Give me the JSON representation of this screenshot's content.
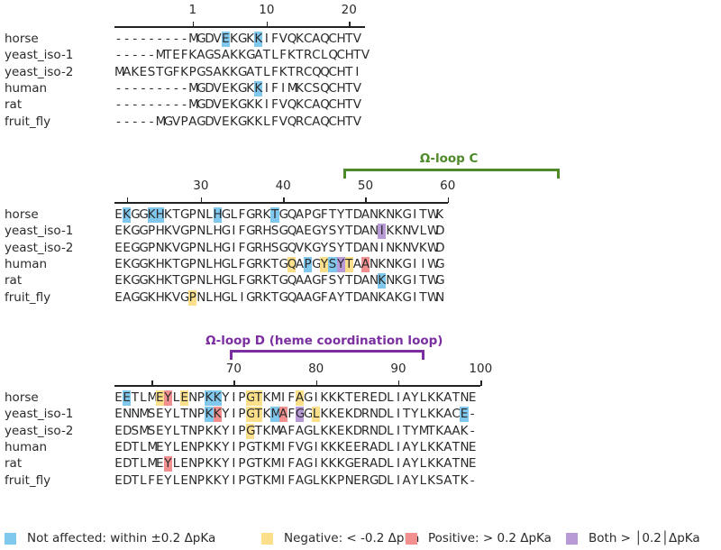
{
  "species": [
    "horse",
    "yeast_iso-1",
    "yeast_iso-2",
    "human",
    "rat",
    "fruit_fly"
  ],
  "colors": {
    "not_affected": "#80c8ee",
    "negative": "#fbdf8a",
    "positive": "#f29090",
    "both": "#b79ad6",
    "loop_c": "#4f8a2a",
    "loop_d": "#7a2ea0"
  },
  "blocks": [
    {
      "rows": [
        "---------MGDVEKGKKIFVQKCAQCHTV",
        "-----MTEFKAGSAKKGATLFKTRCLQCHTV",
        "MAKESTGFKPGSAKKGATLFKTRCQQCHTI",
        "---------MGDVEKGKKIFIMKCSQCHTV",
        "---------MGDVEKGKKIFVQKCAQCHTV",
        "-----MGVPAGDVEKGKKLFVQRCAQCHTV"
      ],
      "ruler_labels": [
        "1",
        "10",
        "20"
      ],
      "highlights": [
        {
          "row": 0,
          "col": 13,
          "type": "not_affected"
        },
        {
          "row": 0,
          "col": 17,
          "type": "not_affected"
        },
        {
          "row": 3,
          "col": 17,
          "type": "not_affected"
        }
      ]
    },
    {
      "rows": [
        "EKGGKHKTGPNLHGLFGRKTGQAPGFTYTDANKNKGITWK",
        "EKGGPHKVGPNLHGIFGRHSGQAEGYSYTDANIKKNVLWD",
        "EEGGPNKVGPNLHGIFGRHSGQVKGYSYTDANINKNVKWD",
        "EKGGKHKTGPNLHGLFGRKTGQAPGYSYTAANKNKGIIWG",
        "EKGGKHKTGPNLHGLFGRKTGQAAGFSYTDANKNKGITWG",
        "EAGGKHKVGPNLHGLIGRKTGQAAGFAYTDANKAKGITWN"
      ],
      "ruler_labels": [
        "30",
        "40",
        "50",
        "60"
      ],
      "loop_label": "Ω-loop C",
      "highlights": [
        {
          "row": 0,
          "col": 1,
          "type": "not_affected"
        },
        {
          "row": 0,
          "col": 4,
          "type": "not_affected"
        },
        {
          "row": 0,
          "col": 5,
          "type": "not_affected"
        },
        {
          "row": 0,
          "col": 12,
          "type": "not_affected"
        },
        {
          "row": 0,
          "col": 19,
          "type": "not_affected"
        },
        {
          "row": 1,
          "col": 32,
          "type": "both"
        },
        {
          "row": 3,
          "col": 21,
          "type": "negative"
        },
        {
          "row": 3,
          "col": 23,
          "type": "not_affected"
        },
        {
          "row": 3,
          "col": 25,
          "type": "negative"
        },
        {
          "row": 3,
          "col": 26,
          "type": "not_affected"
        },
        {
          "row": 3,
          "col": 27,
          "type": "both"
        },
        {
          "row": 3,
          "col": 28,
          "type": "negative"
        },
        {
          "row": 3,
          "col": 30,
          "type": "positive"
        },
        {
          "row": 4,
          "col": 32,
          "type": "not_affected"
        },
        {
          "row": 5,
          "col": 9,
          "type": "negative"
        }
      ]
    },
    {
      "rows": [
        "EETLMEYLENPKKYIPGTKMIFAGIKKKTEREDLIAYLKKATNE",
        "ENNMSEYLTNPKKYIPGTKMAFGGLKKEKDRNDLITYLKKACE-",
        "EDSMSEYLTNPKKYIPGTKMAFAGLKKEKDRNDLITYMTKAAK-",
        "EDTLMEYLENPKKYIPGTKMIFVGIKKKEERADLIAYLKKATNE",
        "EDTLMEYLENPKKYIPGTKMIFAGIKKKGERADLIAYLKKATNE",
        "EDTLFEYLENPKKYIPGTKMIFAGLKKPNERGDLIAYLKSATK-"
      ],
      "ruler_labels": [
        "70",
        "80",
        "90",
        "100"
      ],
      "loop_label": "Ω-loop D (heme coordination loop)",
      "highlights": [
        {
          "row": 0,
          "col": 1,
          "type": "not_affected"
        },
        {
          "row": 0,
          "col": 5,
          "type": "negative"
        },
        {
          "row": 0,
          "col": 6,
          "type": "positive"
        },
        {
          "row": 0,
          "col": 8,
          "type": "negative"
        },
        {
          "row": 0,
          "col": 11,
          "type": "not_affected"
        },
        {
          "row": 0,
          "col": 12,
          "type": "not_affected"
        },
        {
          "row": 0,
          "col": 16,
          "type": "negative"
        },
        {
          "row": 0,
          "col": 17,
          "type": "negative"
        },
        {
          "row": 0,
          "col": 22,
          "type": "negative"
        },
        {
          "row": 1,
          "col": 11,
          "type": "not_affected"
        },
        {
          "row": 1,
          "col": 12,
          "type": "positive"
        },
        {
          "row": 1,
          "col": 16,
          "type": "negative"
        },
        {
          "row": 1,
          "col": 17,
          "type": "negative"
        },
        {
          "row": 1,
          "col": 19,
          "type": "not_affected"
        },
        {
          "row": 1,
          "col": 20,
          "type": "positive"
        },
        {
          "row": 1,
          "col": 22,
          "type": "both"
        },
        {
          "row": 1,
          "col": 24,
          "type": "negative"
        },
        {
          "row": 1,
          "col": 42,
          "type": "not_affected"
        },
        {
          "row": 2,
          "col": 16,
          "type": "negative"
        },
        {
          "row": 4,
          "col": 6,
          "type": "positive"
        }
      ]
    }
  ],
  "legend": [
    {
      "type": "not_affected",
      "text": "Not affected: within ±0.2 ΔpKa"
    },
    {
      "type": "negative",
      "text": "Negative: < -0.2 ΔpKa"
    },
    {
      "type": "positive",
      "text": "Positive: > 0.2 ΔpKa"
    },
    {
      "type": "both",
      "text": "Both > │0.2│ΔpKa"
    }
  ]
}
